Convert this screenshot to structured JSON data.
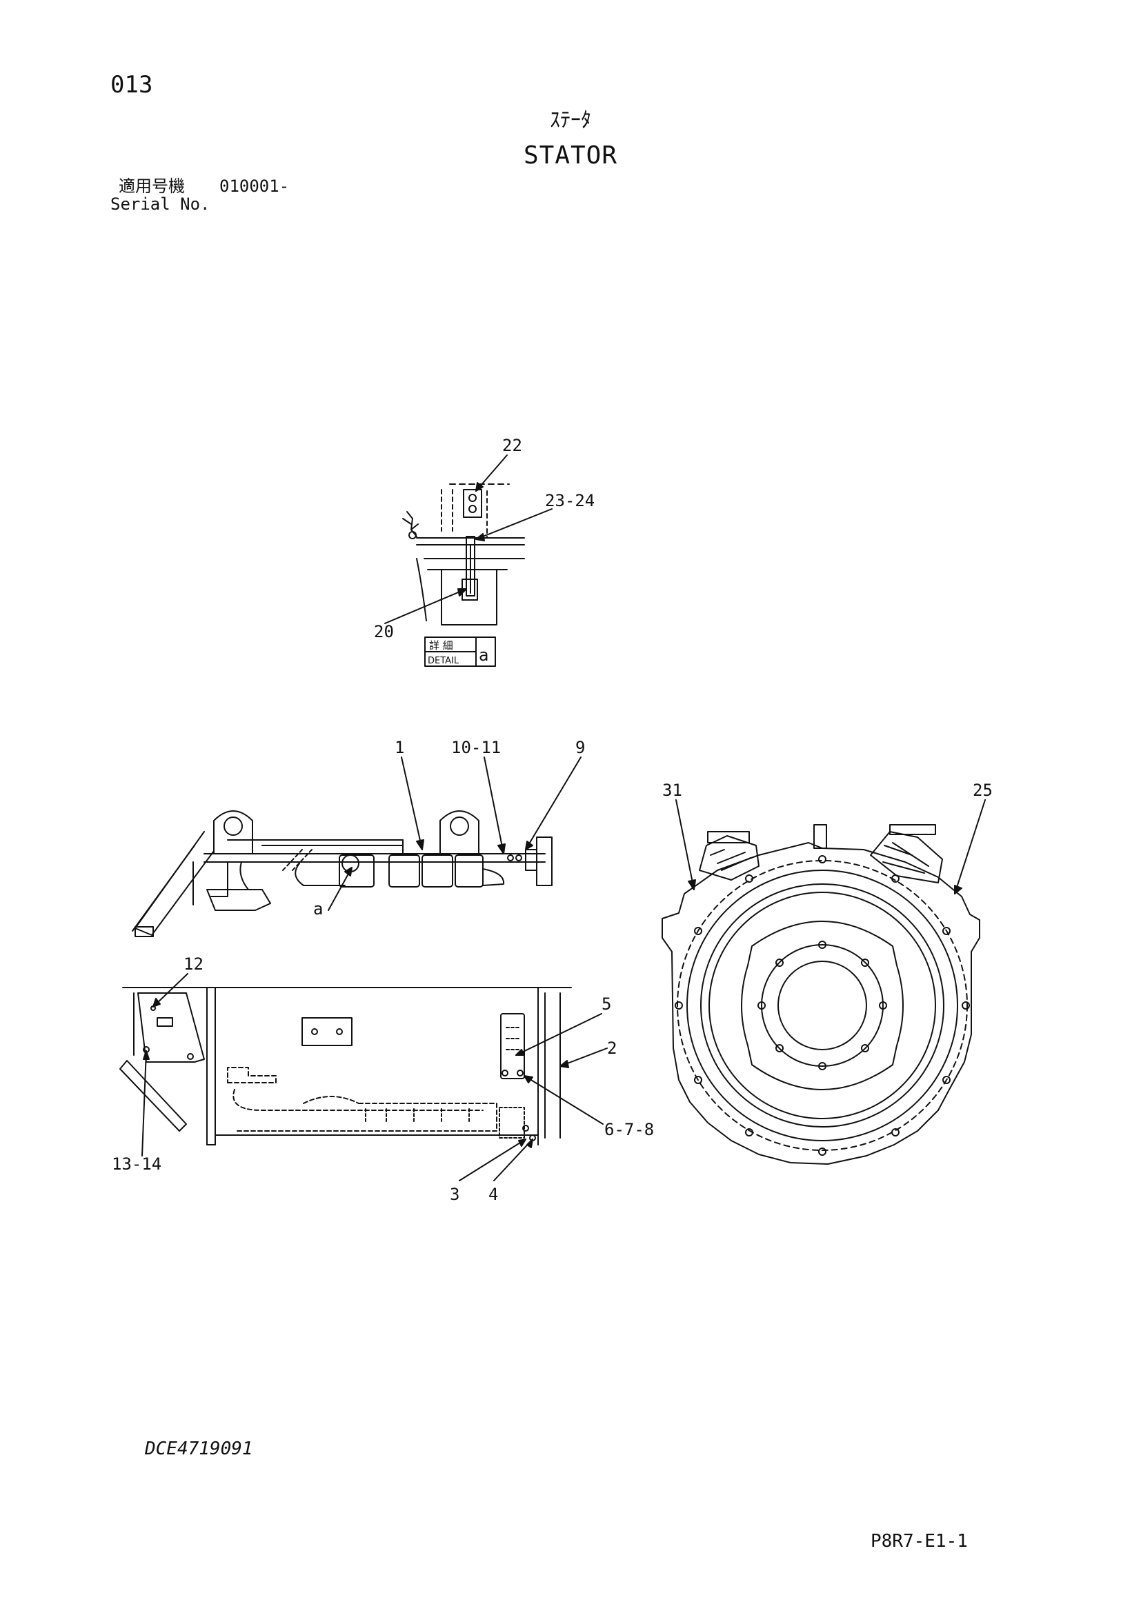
{
  "page": {
    "number": "013",
    "title_jp": "ｽﾃｰﾀ",
    "title_en": "STATOR",
    "serial_label_jp": "適用号機",
    "serial_label_en": "Serial No.",
    "serial_value": "010001-",
    "drawing_number": "DCE4719091",
    "sheet_number": "P8R7-E1-1"
  },
  "detail_box": {
    "label_jp": "詳 細",
    "label_en": "DETAIL",
    "letter": "a"
  },
  "callouts": {
    "c22": "22",
    "c23_24": "23-24",
    "c20": "20",
    "c1": "1",
    "c10_11": "10-11",
    "c9": "9",
    "ca": "a",
    "c31": "31",
    "c25": "25",
    "c12": "12",
    "c5": "5",
    "c2": "2",
    "c6_7_8": "6-7-8",
    "c13_14": "13-14",
    "c3": "3",
    "c4": "4"
  }
}
